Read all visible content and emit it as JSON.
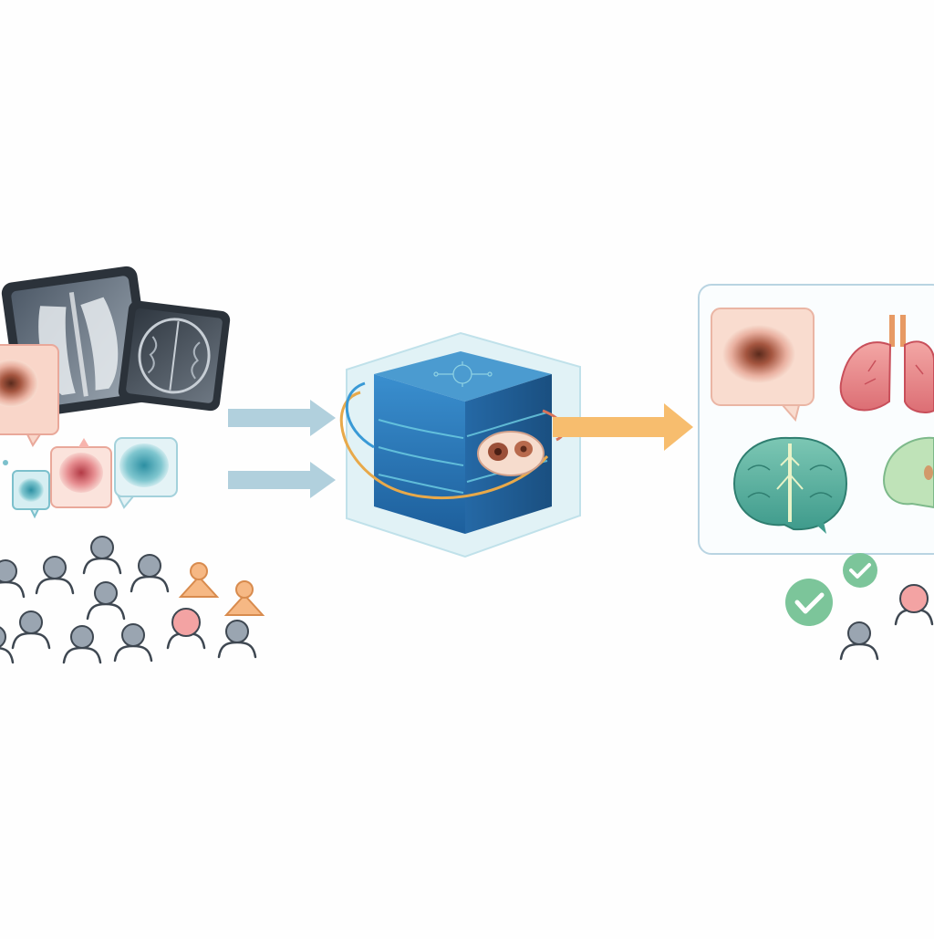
{
  "diagram": {
    "colors": {
      "background": "#fefefe",
      "person_gray": "#9aa5b1",
      "person_outline": "#3e4751",
      "person_orange": "#f6b884",
      "person_orange_outline": "#d88b4e",
      "person_pink": "#f3a3a3",
      "arrow_blue": "#a9cbd9",
      "arrow_orange": "#f7bd6e",
      "cube_blue": "#2f7fc0",
      "cube_glass": "#bfe6ef",
      "check_green": "#7cc59a",
      "panel_border": "#b9d4e2"
    },
    "input_group": {
      "scans": [
        "chest-xray",
        "brain-mri"
      ],
      "cards": [
        "skin-lesion-large",
        "tissue-small-teal",
        "skin-lesion-pink",
        "tissue-teal"
      ],
      "people": [
        "gray",
        "gray",
        "gray",
        "gray",
        "orange",
        "orange",
        "gray",
        "gray",
        "gray",
        "gray",
        "pink",
        "gray",
        "gray"
      ]
    },
    "model": {
      "icon": "glass-cube-with-tissue-sample"
    },
    "output_group": {
      "cards": [
        "skin-lesion",
        "lungs",
        "brain",
        "liver"
      ],
      "checks": 2,
      "people": [
        "pink",
        "gray"
      ]
    }
  }
}
